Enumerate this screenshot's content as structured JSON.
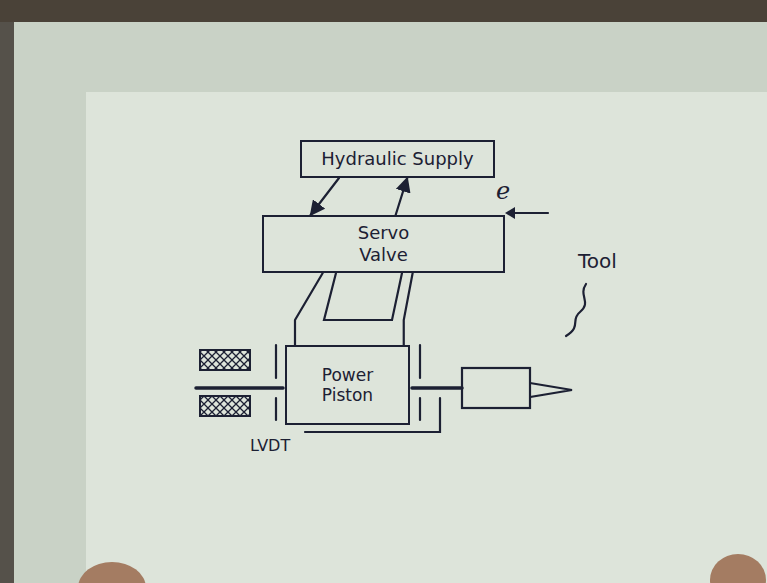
{
  "diagram": {
    "nodes": [
      {
        "text": [
          "Hydraulic Supply"
        ]
      },
      {
        "text": [
          "Servo Valve"
        ]
      },
      {
        "text": [
          "Power Piston"
        ]
      }
    ],
    "edges": [
      {
        "from": 0,
        "to": 1,
        "arrow": "to"
      },
      {
        "from": 1,
        "to": 0,
        "arrow": "to"
      },
      {
        "from": 1,
        "to": 2,
        "arrow": "none"
      },
      {
        "from": 1,
        "to": 2,
        "arrow": "none"
      }
    ],
    "labels": [
      "e",
      "Tool",
      "LVDT"
    ]
  }
}
